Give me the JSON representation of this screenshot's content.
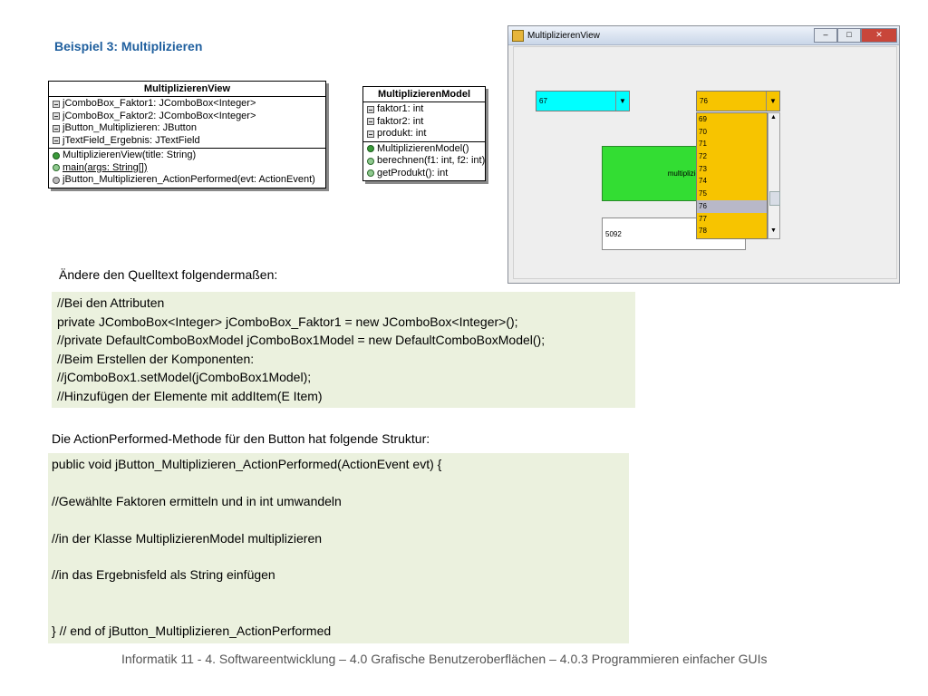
{
  "heading": "Beispiel 3:   Multiplizieren",
  "uml_view": {
    "title": "MultiplizierenView",
    "attributes": [
      "jComboBox_Faktor1: JComboBox<Integer>",
      "jComboBox_Faktor2: JComboBox<Integer>",
      "jButton_Multiplizieren: JButton",
      "jTextField_Ergebnis: JTextField"
    ],
    "methods": [
      "MultiplizierenView(title: String)",
      "main(args: String[])",
      "jButton_Multiplizieren_ActionPerformed(evt: ActionEvent)"
    ]
  },
  "uml_model": {
    "title": "MultiplizierenModel",
    "attributes": [
      "faktor1: int",
      "faktor2: int",
      "produkt: int"
    ],
    "methods": [
      "MultiplizierenModel()",
      "berechnen(f1: int, f2: int)",
      "getProdukt(): int"
    ]
  },
  "window": {
    "title": "MultiplizierenView",
    "minimize": "–",
    "maximize": "□",
    "close": "✕",
    "combo1_value": "67",
    "combo2_value": "76",
    "dropdown_options": [
      "69",
      "70",
      "71",
      "72",
      "73",
      "74",
      "75",
      "76",
      "77",
      "78"
    ],
    "selected_option": "76",
    "button_label": "multipliziere",
    "result_value": "5092",
    "colors": {
      "combo1": "#00ffff",
      "combo2": "#f7c400",
      "button": "#33dd33"
    }
  },
  "caption1": "Ändere den Quelltext folgendermaßen:",
  "code1": [
    "//Bei den Attributen",
    "private JComboBox<Integer> jComboBox_Faktor1 = new JComboBox<Integer>();",
    "//private DefaultComboBoxModel jComboBox1Model = new DefaultComboBoxModel();",
    "//Beim Erstellen der Komponenten:",
    "//jComboBox1.setModel(jComboBox1Model);",
    "//Hinzufügen der Elemente mit addItem(E Item)"
  ],
  "caption2": "Die ActionPerformed-Methode für den Button hat folgende Struktur:",
  "code2": [
    "public void jButton_Multiplizieren_ActionPerformed(ActionEvent evt) {",
    "",
    "//Gewählte Faktoren ermitteln und in int umwandeln",
    "",
    "//in der Klasse MultiplizierenModel multiplizieren",
    "",
    "//in das Ergebnisfeld als String einfügen",
    "",
    "",
    "} // end of jButton_Multiplizieren_ActionPerformed"
  ],
  "footer": "Informatik 11 - 4. Softwareentwicklung – 4.0 Grafische Benutzeroberflächen – 4.0.3 Programmieren einfacher GUIs"
}
